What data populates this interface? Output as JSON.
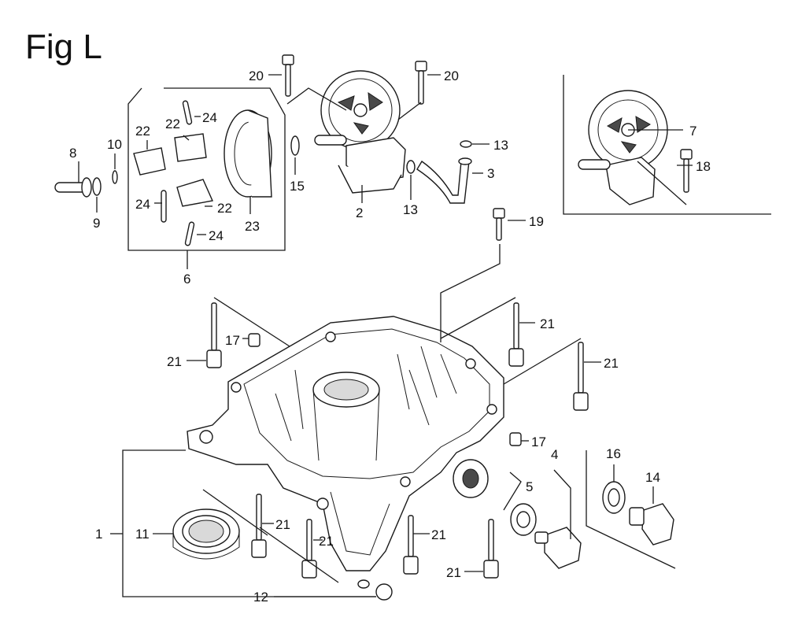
{
  "title": "Fig L",
  "callouts": {
    "c1": "1",
    "c2": "2",
    "c3": "3",
    "c4": "4",
    "c5": "5",
    "c6": "6",
    "c7": "7",
    "c8": "8",
    "c9": "9",
    "c10": "10",
    "c11": "11",
    "c12": "12",
    "c13a": "13",
    "c13b": "13",
    "c14": "14",
    "c15": "15",
    "c16": "16",
    "c17a": "17",
    "c17b": "17",
    "c18": "18",
    "c19": "19",
    "c20a": "20",
    "c20b": "20",
    "c21a": "21",
    "c21b": "21",
    "c21c": "21",
    "c21d": "21",
    "c21e": "21",
    "c21f": "21",
    "c21g": "21",
    "c22a": "22",
    "c22b": "22",
    "c22c": "22",
    "c23": "23",
    "c24a": "24",
    "c24b": "24",
    "c24c": "24"
  }
}
